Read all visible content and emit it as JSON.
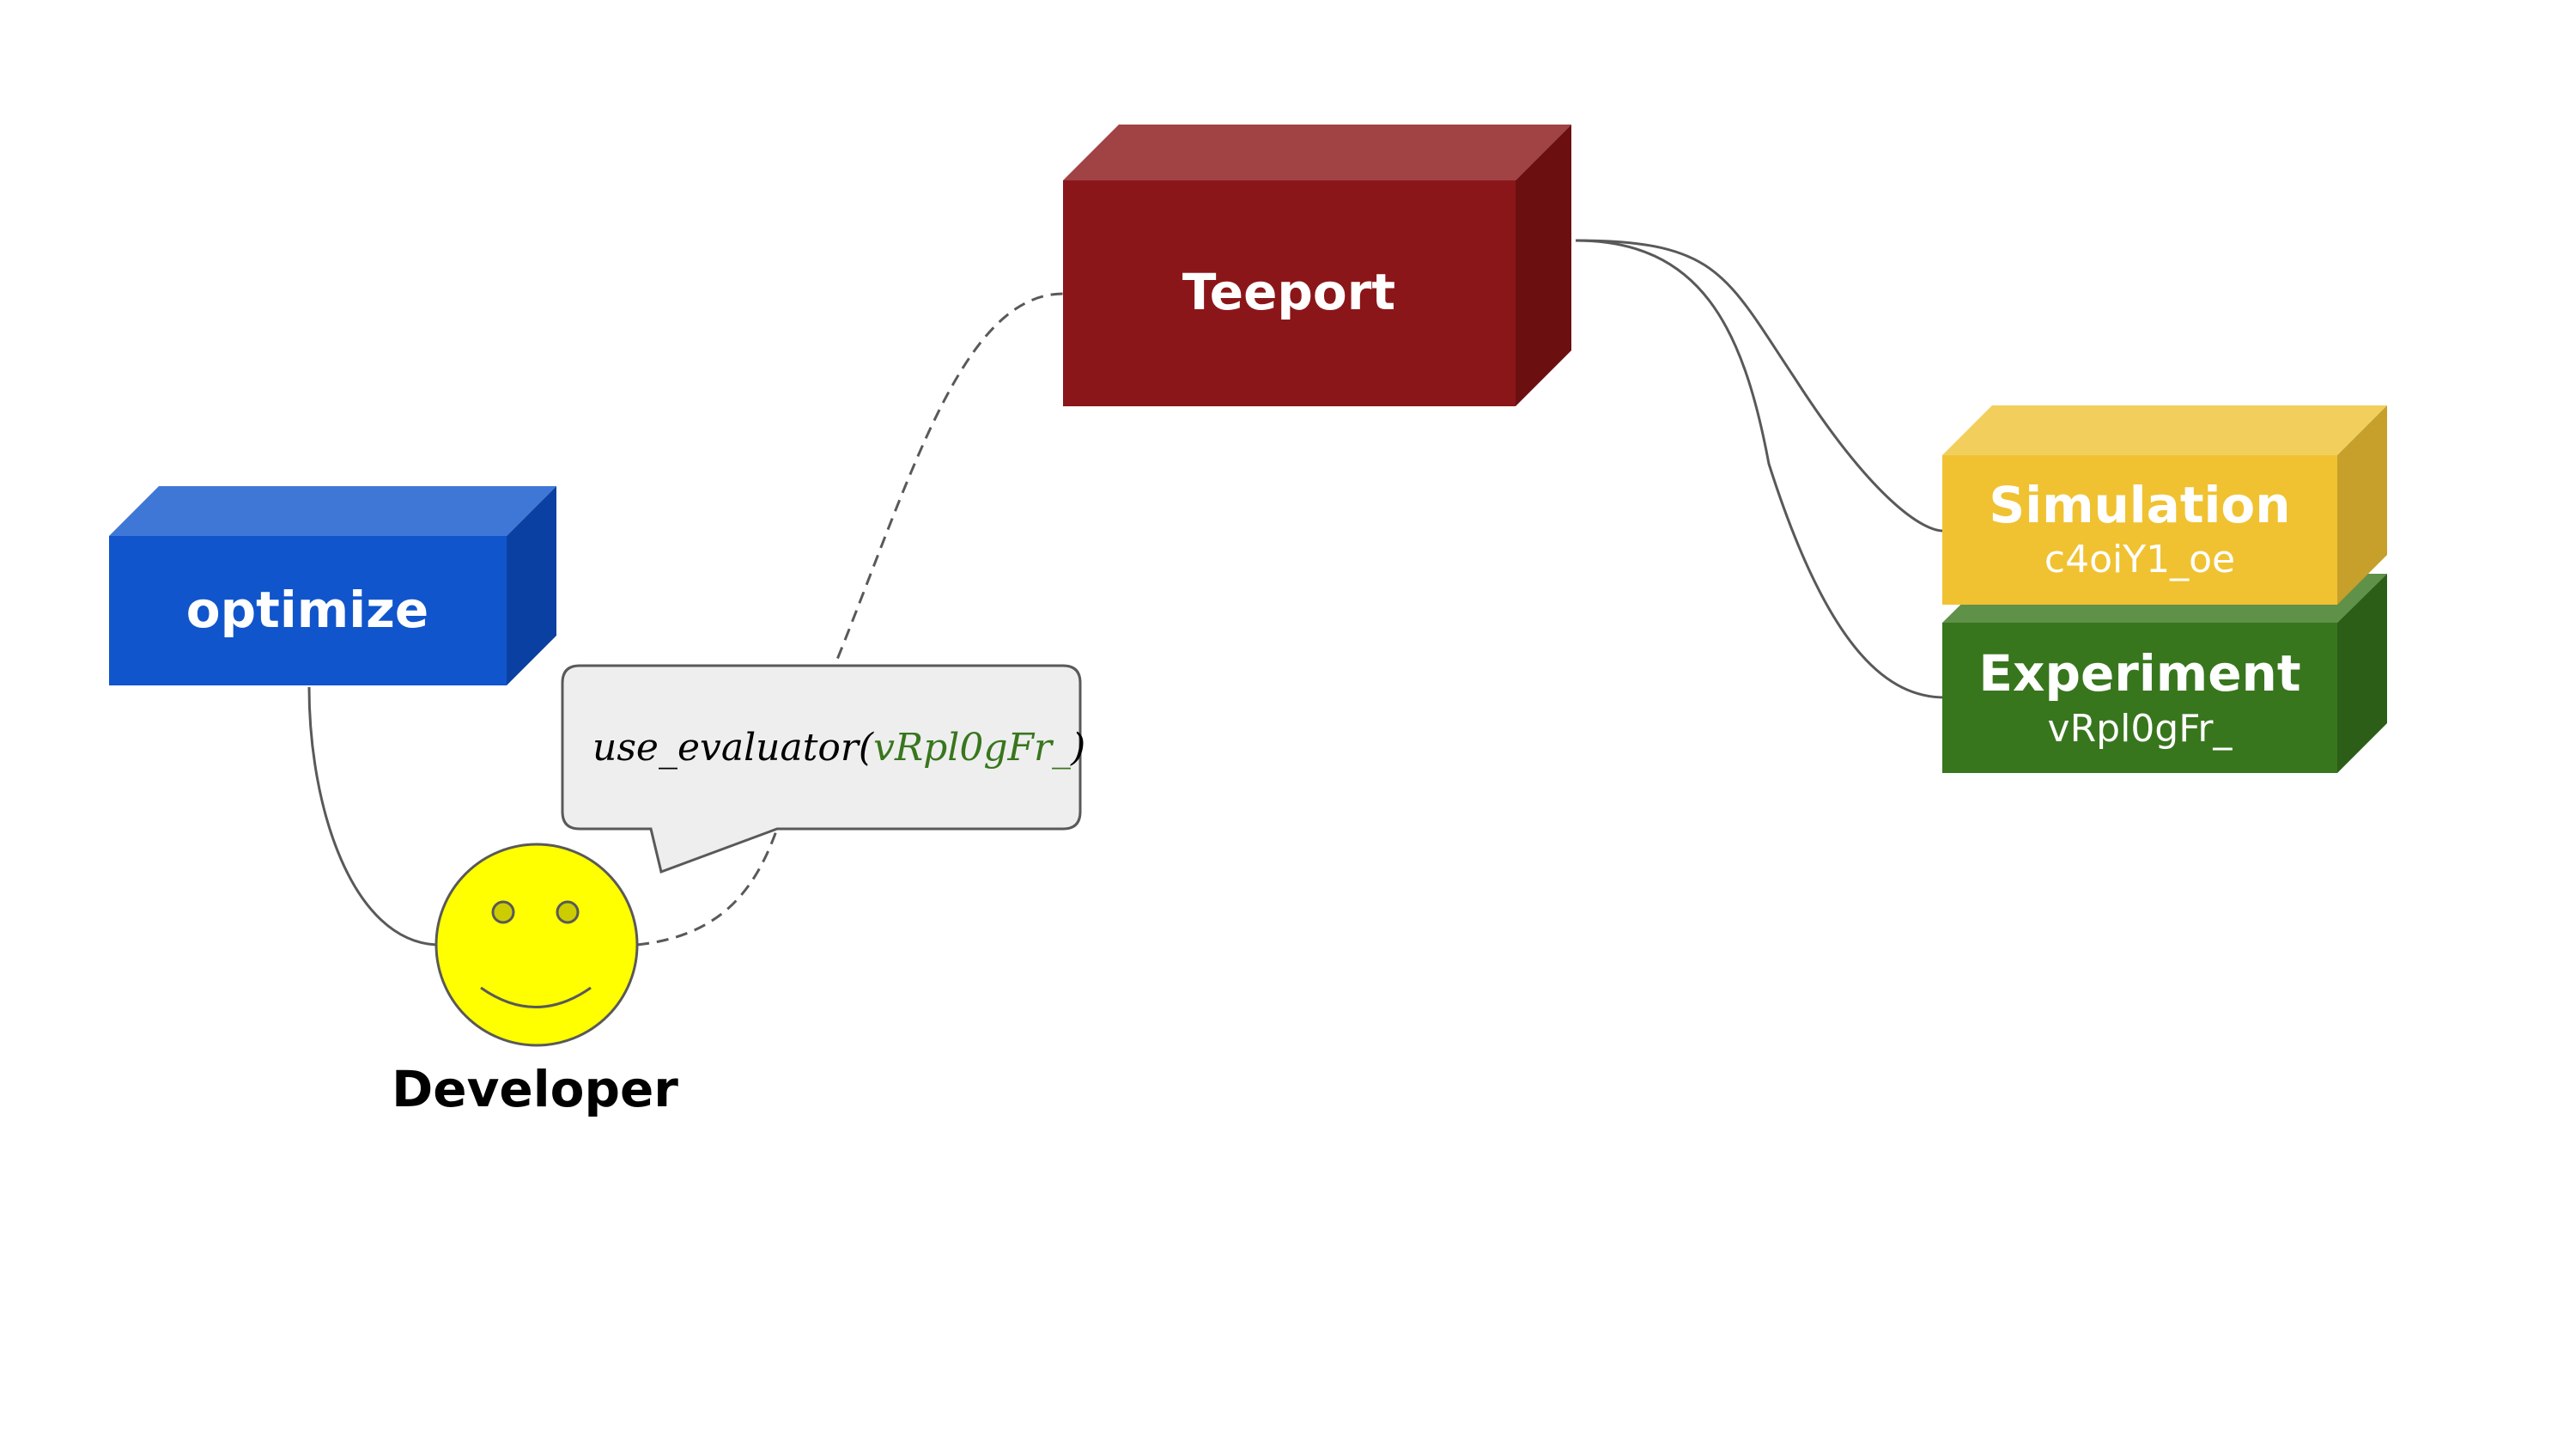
{
  "nodes": {
    "optimize": {
      "label": "optimize"
    },
    "teeport": {
      "label": "Teeport"
    },
    "simulation": {
      "label": "Simulation",
      "id": "c4oiY1_oe"
    },
    "experiment": {
      "label": "Experiment",
      "id": "vRpl0gFr_"
    },
    "developer": {
      "label": "Developer",
      "icon": "smiley-face-icon"
    }
  },
  "speech_bubble": {
    "call_prefix": "use_evaluator(",
    "call_arg": "vRpl0gFr_",
    "call_suffix": ")"
  },
  "colors": {
    "optimize_front": "#1155cc",
    "optimize_top": "#3f77d6",
    "optimize_side": "#0b40a3",
    "teeport_front": "#8b1619",
    "teeport_top": "#a14245",
    "teeport_side": "#6c0f11",
    "simulation_front": "#f0c232",
    "simulation_top": "#f2cf5d",
    "simulation_side": "#c6a02a",
    "experiment_front": "#38761d",
    "experiment_top": "#5f9149",
    "experiment_side": "#2c5e17",
    "smiley_fill": "#ffff00",
    "code_arg": "#38761d",
    "connector": "#595959"
  }
}
